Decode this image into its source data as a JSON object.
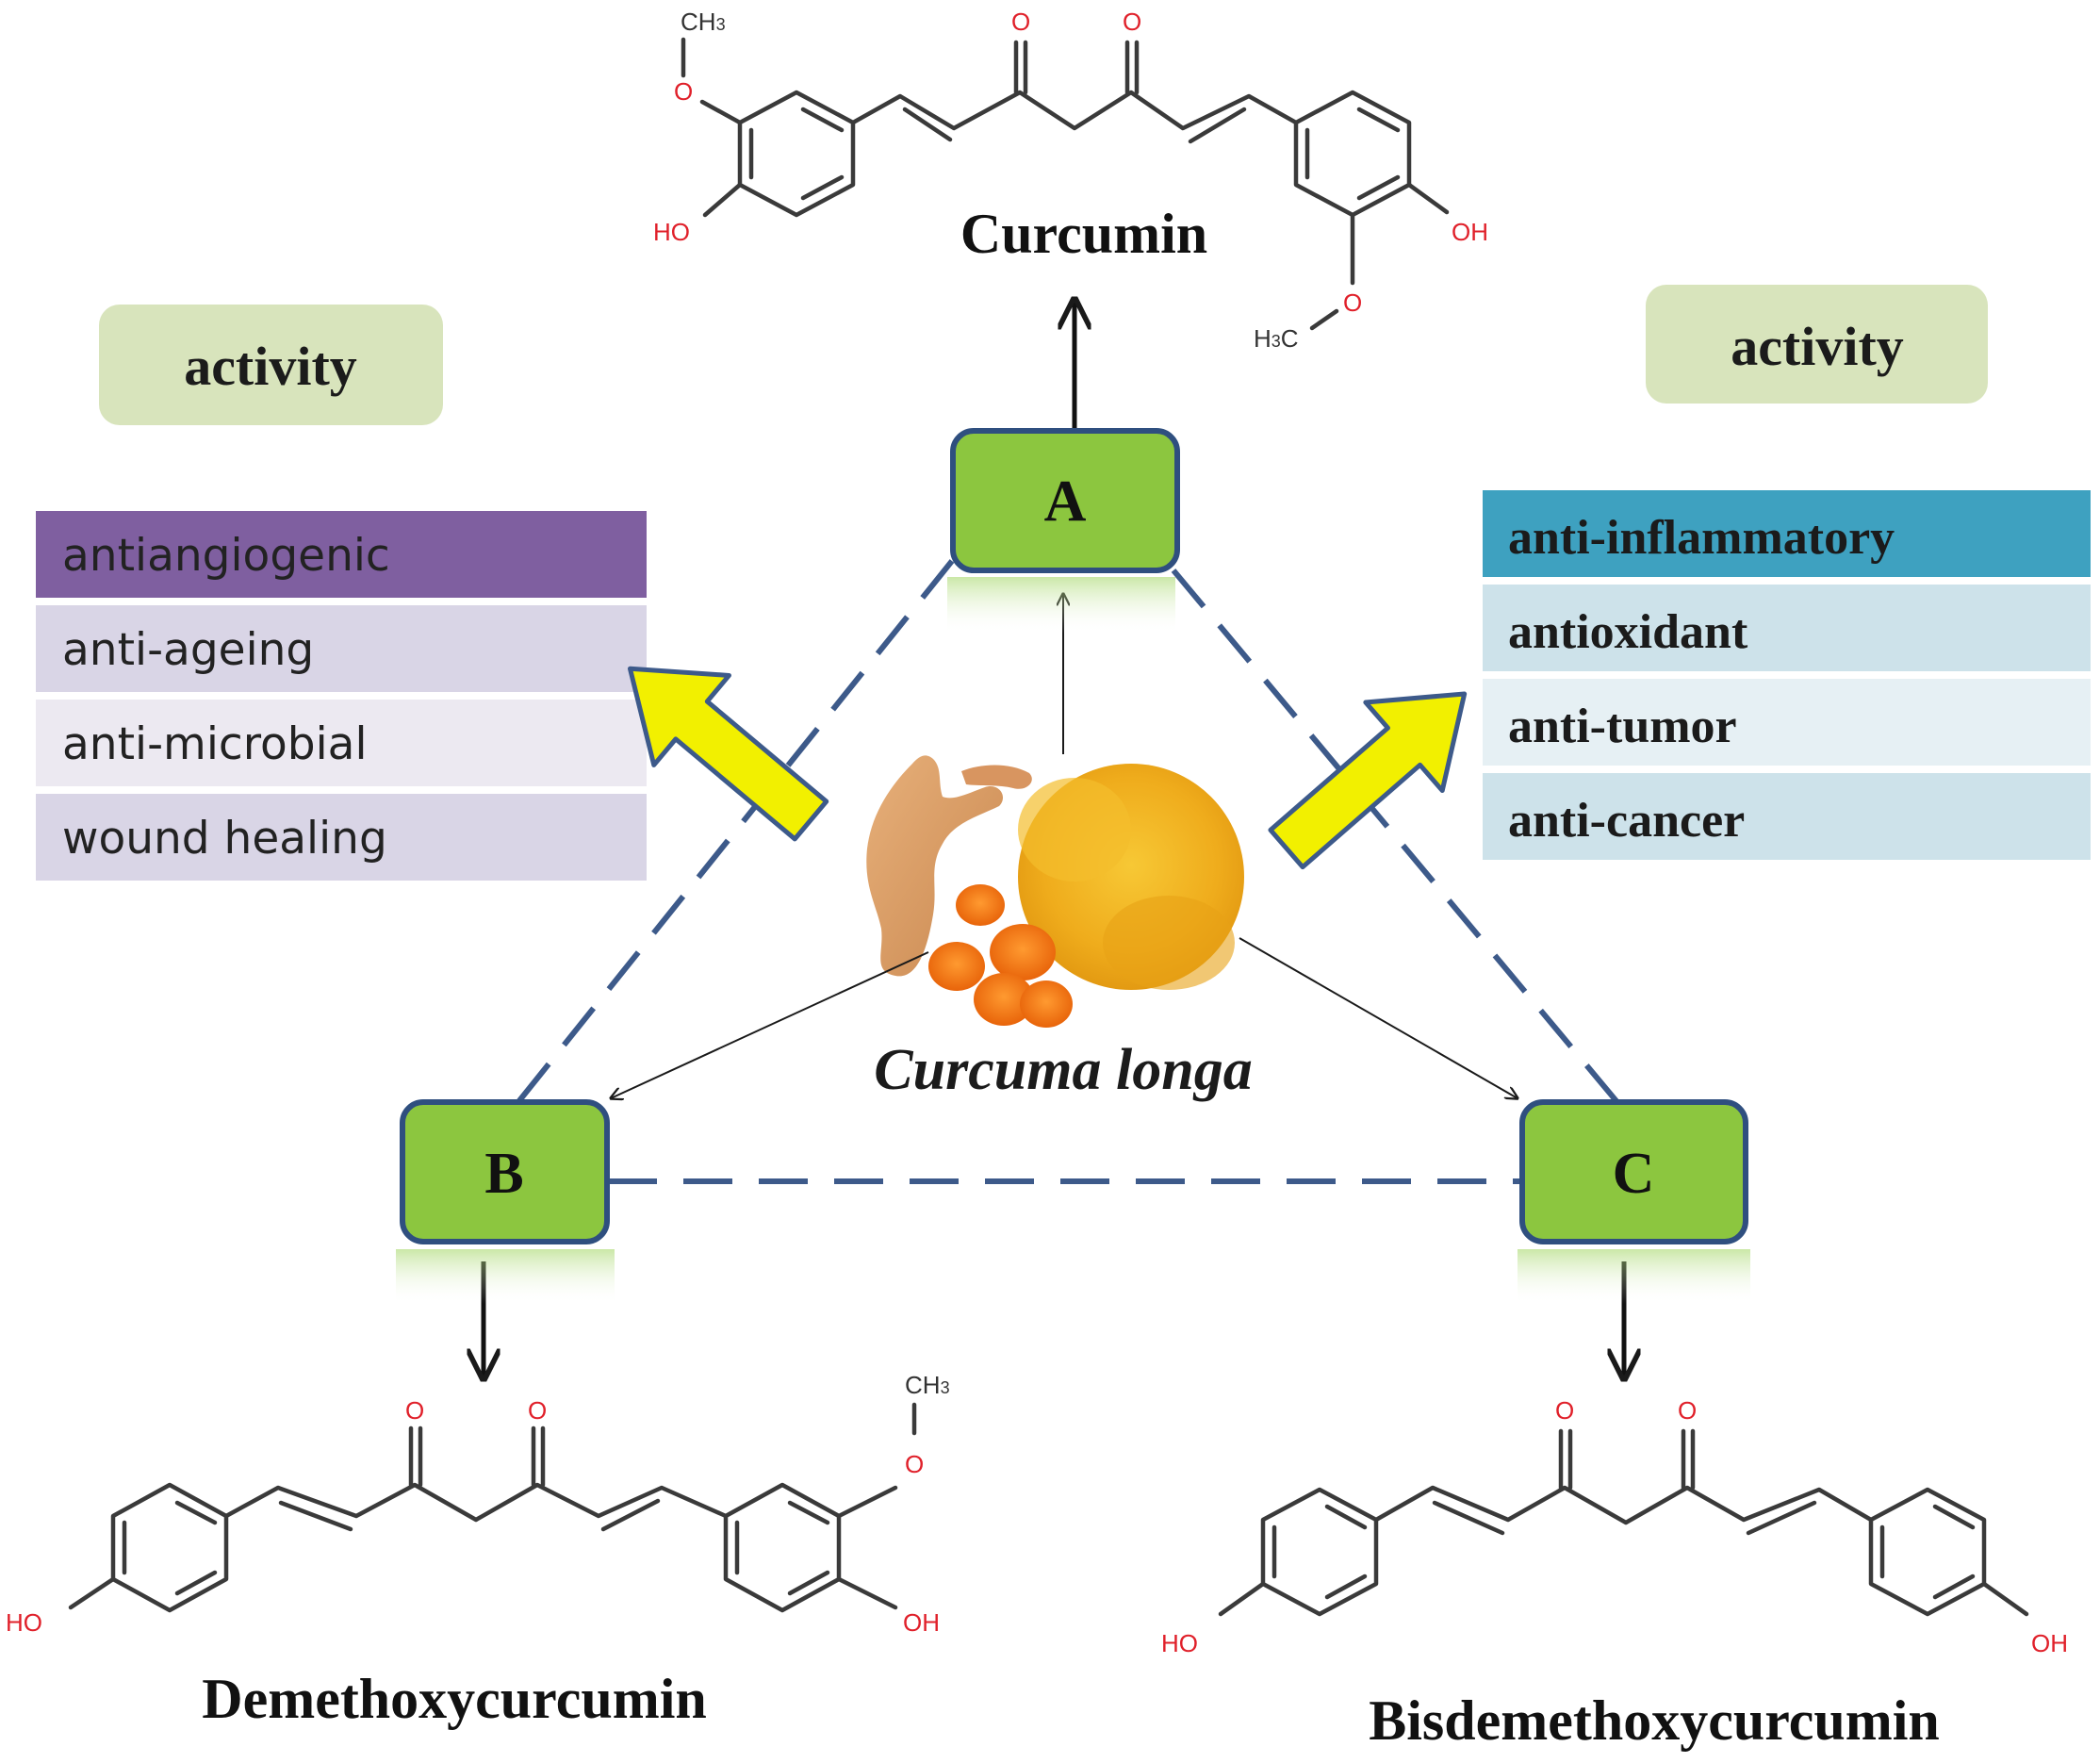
{
  "top_compound": {
    "name": "Curcumin"
  },
  "left_compound": {
    "name": "Demethoxycurcumin"
  },
  "right_compound": {
    "name": "Bisdemethoxycurcumin"
  },
  "source": {
    "name": "Curcuma longa"
  },
  "nodes": {
    "a": "A",
    "b": "B",
    "c": "C"
  },
  "left_panel": {
    "header": "activity",
    "items": [
      "antiangiogenic",
      "anti-ageing",
      "anti-microbial",
      "wound healing"
    ]
  },
  "right_panel": {
    "header": "activity",
    "items": [
      "anti-inflammatory",
      "antioxidant",
      "anti-tumor",
      "anti-cancer"
    ]
  },
  "atoms": {
    "oxygen": "O",
    "hydroxyl_left": "HO",
    "hydroxyl_right": "OH",
    "methyl_top": "CH",
    "methyl_left": "H",
    "methyl_c": "C",
    "subscript": "3"
  },
  "colors": {
    "node_fill": "#8cc63f",
    "node_border": "#2f4f7f",
    "dash_line": "#3d5a8a",
    "arrow_yellow": "#f2f000",
    "header_bg": "#d8e4bc",
    "left_row1": "#7f5fa0",
    "left_rows": [
      "#d9d5e6",
      "#ece9f1",
      "#d9d5e6"
    ],
    "right_row1": "#3ea1c0",
    "right_rows": [
      "#cde2ea",
      "#e6f0f4",
      "#cde2ea"
    ],
    "turmeric_powder": "#f0b020",
    "turmeric_slice": "#f07a10"
  }
}
